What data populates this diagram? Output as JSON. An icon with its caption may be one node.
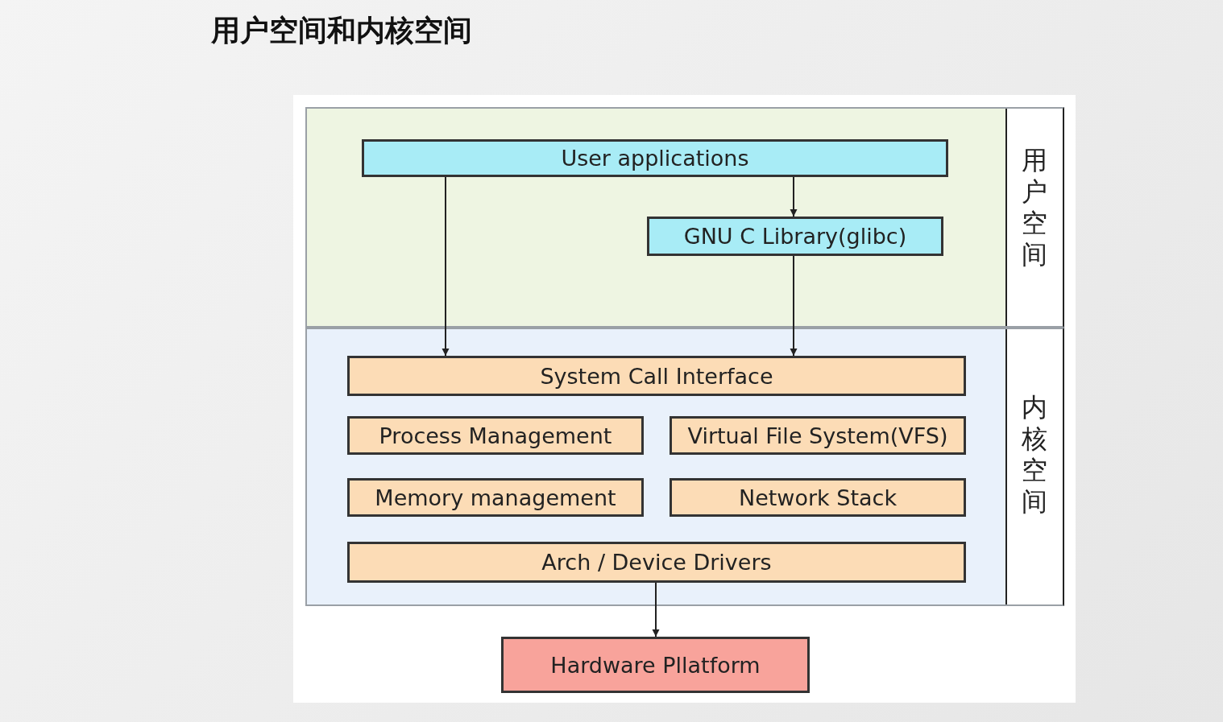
{
  "diagram": {
    "title": "用户空间和内核空间",
    "nodes": [
      {
        "text": [
          "用户空间"
        ]
      },
      {
        "text": [
          "User applications"
        ],
        "in": 0
      },
      {
        "text": [
          "GNU C Library(glibc)"
        ],
        "in": 0
      },
      {
        "text": [
          "内核空间"
        ]
      },
      {
        "text": [
          "System Call Interface"
        ],
        "in": 3
      },
      {
        "text": [
          "Process Management"
        ],
        "in": 3
      },
      {
        "text": [
          "Virtual File System(VFS)"
        ],
        "in": 3
      },
      {
        "text": [
          "Memory management"
        ],
        "in": 3
      },
      {
        "text": [
          "Network Stack"
        ],
        "in": 3
      },
      {
        "text": [
          "Arch / Device Drivers"
        ],
        "in": 3
      },
      {
        "text": [
          "Hardware Pllatform"
        ]
      }
    ],
    "edges": [
      {
        "from": 1,
        "to": 2,
        "arrow": "to"
      },
      {
        "from": 1,
        "to": 4,
        "arrow": "to"
      },
      {
        "from": 2,
        "to": 4,
        "arrow": "to"
      },
      {
        "from": 9,
        "to": 10,
        "arrow": "to"
      }
    ]
  }
}
